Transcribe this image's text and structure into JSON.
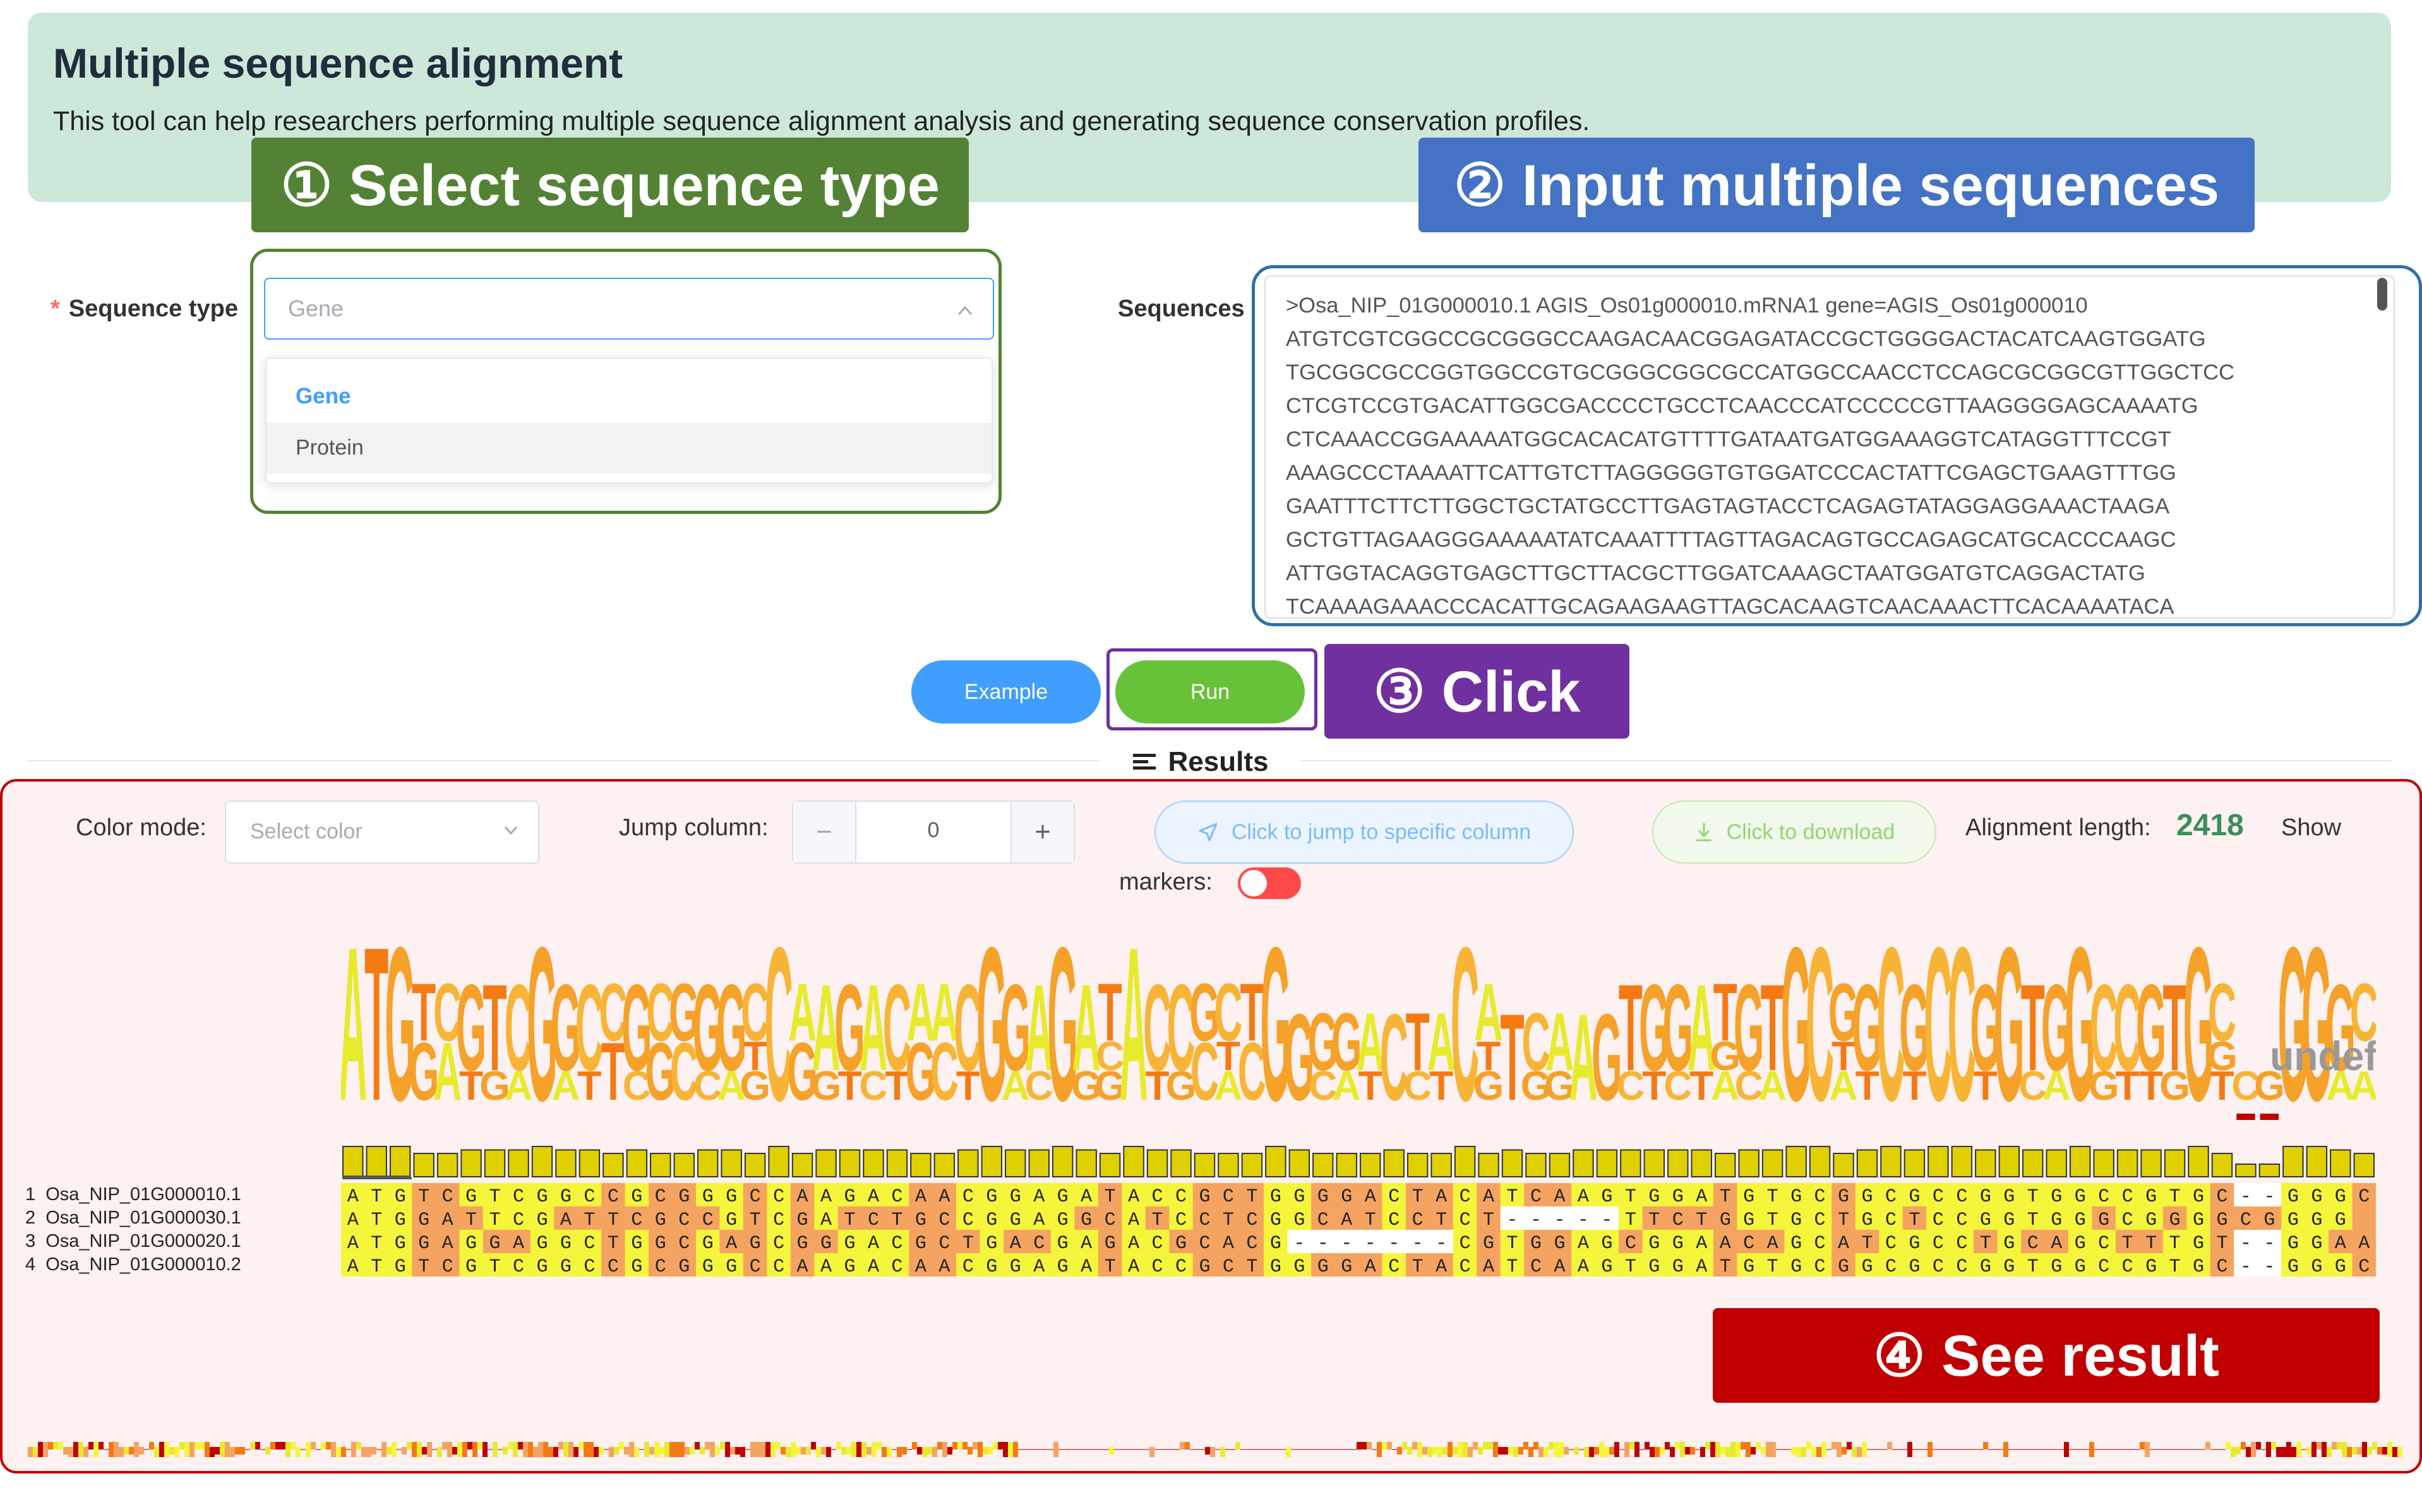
{
  "header": {
    "title": "Multiple sequence alignment",
    "description": "This tool can help researchers performing multiple sequence alignment analysis and generating sequence conservation profiles."
  },
  "callouts": {
    "step1": "① Select sequence type",
    "step2": "② Input multiple sequences",
    "step3": "③ Click",
    "step4": "④ See result"
  },
  "form": {
    "required_mark": "*",
    "sequence_type_label": "Sequence type",
    "sequence_type_value": "Gene",
    "options": [
      "Gene",
      "Protein"
    ],
    "sequences_label": "Sequences",
    "sequences_text": ">Osa_NIP_01G000010.1 AGIS_Os01g000010.mRNA1 gene=AGIS_Os01g000010\nATGTCGTCGGCCGCGGGCCAAGACAACGGAGATACCGCTGGGGACTACATCAAGTGGATG\nTGCGGCGCCGGTGGCCGTGCGGGCGGCGCCATGGCCAACCTCCAGCGCGGCGTTGGCTCC\nCTCGTCCGTGACATTGGCGACCCCTGCCTCAACCCATCCCCCGTTAAGGGGAGCAAAATG\nCTCAAACCGGAAAAATGGCACACATGTTTTGATAATGATGGAAAGGTCATAGGTTTCCGT\nAAAGCCCTAAAATTCATTGTCTTAGGGGGTGTGGATCCCACTATTCGAGCTGAAGTTTGG\nGAATTTCTTCTTGGCTGCTATGCCTTGAGTAGTACCTCAGAGTATAGGAGGAAACTAAGA\nGCTGTTAGAAGGGAAAAATATCAAATTTTAGTTAGACAGTGCCAGAGCATGCACCCAAGC\nATTGGTACAGGTGAGCTTGCTTACGCTTGGATCAAAGCTAATGGATGTCAGGACTATG\nTCAAAAGAAACCCACATTGCAGAAGAAGTTAGCACAAGTCAACAAACTTCACAAAATACA",
    "example_button": "Example",
    "run_button": "Run"
  },
  "results": {
    "heading": "Results",
    "color_mode_label": "Color mode:",
    "color_mode_placeholder": "Select color",
    "jump_column_label": "Jump column:",
    "jump_column_value": "0",
    "minus": "−",
    "plus": "+",
    "jump_button": "Click to jump to specific column",
    "download_button": "Click to download",
    "alignment_length_label": "Alignment length:",
    "alignment_length_value": "2418",
    "show_label": "Show",
    "markers_label": "markers:",
    "sequences": [
      {
        "idx": "1",
        "name": "Osa_NIP_01G000010.1",
        "seq": "ATGTCGTCGGCCGCGGGCCAAGACAACGGAGATACCGCTGGGGACTACATCAAGTGGATGTGCGGCGCCGGTGGCCGTGC--GGGC"
      },
      {
        "idx": "2",
        "name": "Osa_NIP_01G000030.1",
        "seq": "ATGGATTCGATTCGCCGTCGATCTGCCGGAGGCATCCTCGGCATCCTCT-----TTCTGGTGCTGCTCCGGTGGGCGGGGCGGGG"
      },
      {
        "idx": "3",
        "name": "Osa_NIP_01G000020.1",
        "seq": "ATGGAGGAGGCTGGCGAGCGGGACGCTGACGAGACGCACG-------CGTGGAGCGGAACAGCATCGCCTGCAGCTTTGT--GGAA"
      },
      {
        "idx": "4",
        "name": "Osa_NIP_01G000010.2",
        "seq": "ATGTCGTCGGCCGCGGGCCAAGACAACGGAGATACCGCTGGGGACTACATCAAGTGGATGTGCGGCGCCGGTGGCCGTGC--GGGC"
      }
    ]
  },
  "colors": {
    "conserved": "#f5f53b",
    "variable": "#f4a460",
    "logo_A": "#e8ea2e",
    "logo_T": "#f57a14",
    "logo_G": "#f5a12a",
    "logo_C": "#f7b437"
  }
}
